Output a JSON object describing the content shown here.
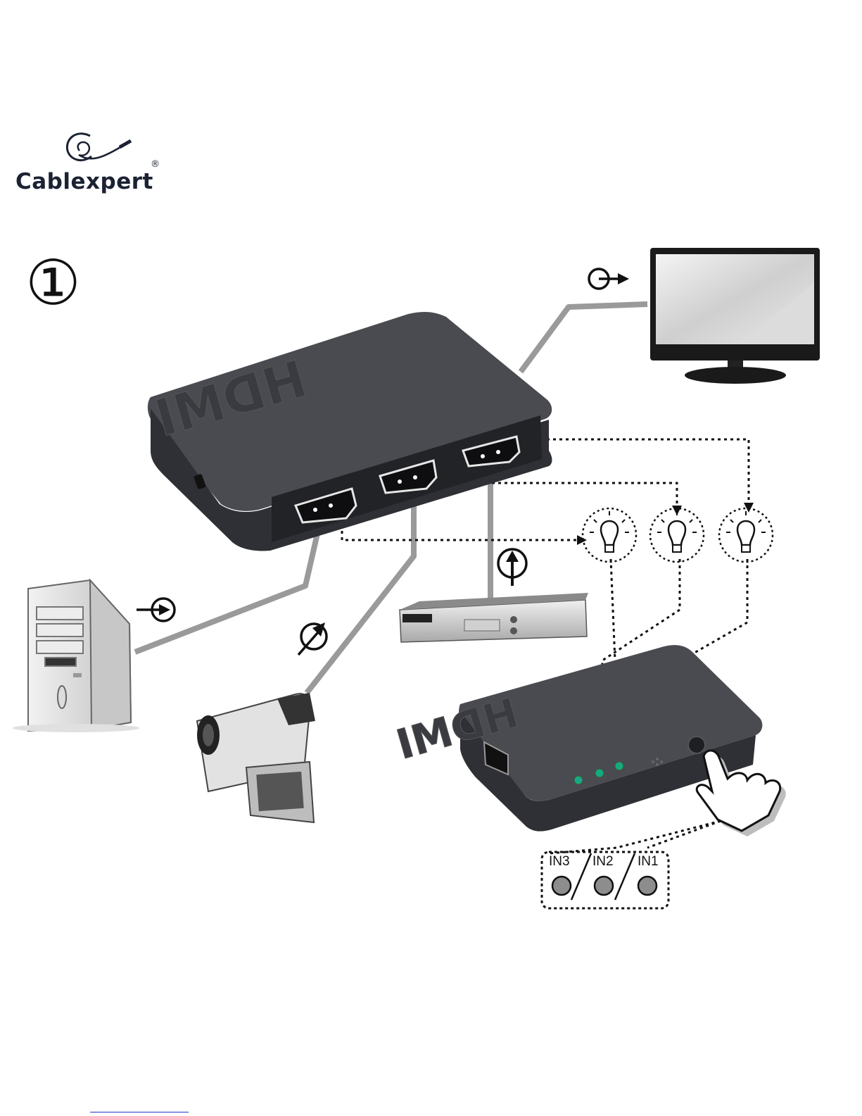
{
  "logo": {
    "wordmark": "Cablexpert",
    "registered": "®"
  },
  "step": {
    "number": "①"
  },
  "button_states": {
    "in3": "IN3",
    "in2": "IN2",
    "in1": "IN1"
  },
  "icons": [
    "cablexpert-logo-icon",
    "hdmi-switch-icon",
    "monitor-icon",
    "pc-tower-icon",
    "camcorder-icon",
    "set-top-box-icon",
    "led-bulb-icon",
    "hand-press-icon",
    "output-arrow-icon",
    "input-arrow-icon"
  ],
  "colors": {
    "device": "#3e3f44",
    "device_top": "#4a4b50",
    "cable": "#9a9a9a",
    "led": "#1aa58a",
    "indicator": "#8d8d8d"
  }
}
